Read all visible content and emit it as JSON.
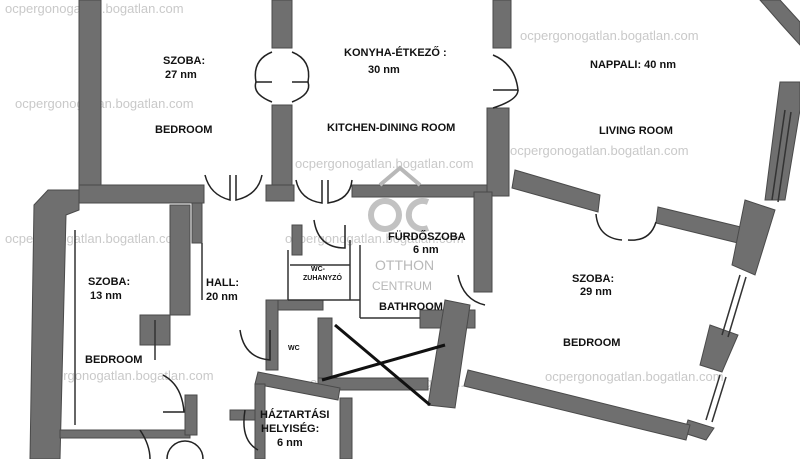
{
  "colors": {
    "wall": "#6f6f6f",
    "wall_edge": "#4a4a4a",
    "background": "#ffffff",
    "watermark": "#c9c9c9",
    "logo": "#b8b8b8"
  },
  "rooms": {
    "bedroom_nw": {
      "name": "SZOBA:",
      "area": "27 nm",
      "english": "BEDROOM"
    },
    "kitchen": {
      "name": "KONYHA-ÉTKEZŐ :",
      "area": "30 nm",
      "english": "KITCHEN-DINING ROOM"
    },
    "living": {
      "name": "NAPPALI: 40 nm",
      "english": "LIVING ROOM"
    },
    "bedroom_sw": {
      "name": "SZOBA:",
      "area": "13 nm",
      "english": "BEDROOM"
    },
    "hall": {
      "name": "HALL:",
      "area": "20 nm"
    },
    "wc_shower": {
      "name": "WC-",
      "name2": "ZUHANYZÓ"
    },
    "wc": {
      "name": "WC"
    },
    "bathroom": {
      "name": "FÜRDŐSZOBA",
      "area": "6 nm",
      "english": "BATHROOM"
    },
    "bedroom_se": {
      "name": "SZOBA:",
      "area": "29 nm",
      "english": "BEDROOM"
    },
    "utility": {
      "name": "HÁZTARTÁSI",
      "name2": "HELYISÉG:",
      "area": "6 nm"
    }
  },
  "watermark": {
    "text": "ocpergonogatlan.bogatlan.com"
  },
  "logo": {
    "icon": "house-icon",
    "line1": "OTTHON",
    "line2": "CENTRUM"
  }
}
